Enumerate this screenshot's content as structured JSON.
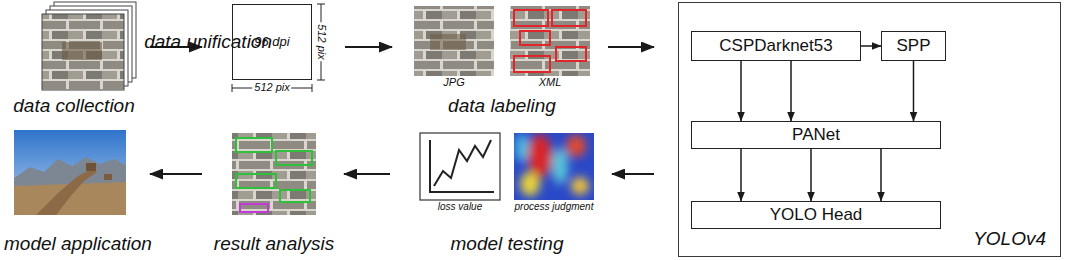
{
  "diagram": {
    "nodes": [
      {
        "text": [
          "data collection"
        ]
      },
      {
        "text": [
          "96 dpi",
          "data unification"
        ]
      },
      {
        "text": [
          "data labeling"
        ]
      },
      {
        "text": [
          "YOLOv4"
        ]
      },
      {
        "text": [
          "CSPDarknet53"
        ],
        "in": 3
      },
      {
        "text": [
          "SPP"
        ],
        "in": 3
      },
      {
        "text": [
          "PANet"
        ],
        "in": 3
      },
      {
        "text": [
          "YOLO Head"
        ],
        "in": 3
      },
      {
        "text": [
          "model testing"
        ]
      },
      {
        "text": [
          "result analysis"
        ]
      },
      {
        "text": [
          "model application"
        ]
      }
    ],
    "edges": [
      {
        "from": 0,
        "to": 1,
        "arrow": "to"
      },
      {
        "from": 1,
        "to": 2,
        "arrow": "to"
      },
      {
        "from": 2,
        "to": 3,
        "arrow": "to"
      },
      {
        "from": 4,
        "to": 5,
        "arrow": "to"
      },
      {
        "from": 4,
        "to": 6,
        "arrow": "to"
      },
      {
        "from": 4,
        "to": 6,
        "arrow": "to"
      },
      {
        "from": 5,
        "to": 6,
        "arrow": "to"
      },
      {
        "from": 6,
        "to": 7,
        "arrow": "to"
      },
      {
        "from": 6,
        "to": 7,
        "arrow": "to"
      },
      {
        "from": 6,
        "to": 7,
        "arrow": "to"
      },
      {
        "from": 3,
        "to": 8,
        "arrow": "to"
      },
      {
        "from": 8,
        "to": 9,
        "arrow": "to"
      },
      {
        "from": 9,
        "to": 10,
        "arrow": "to"
      }
    ],
    "labels": [
      "512 pix",
      "512 pix",
      "JPG",
      "XML",
      "loss value",
      "process judgment"
    ]
  }
}
